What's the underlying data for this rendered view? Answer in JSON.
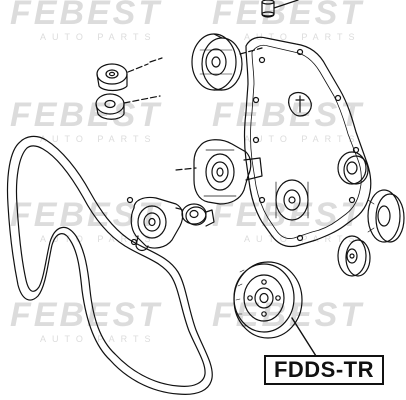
{
  "part_number": "FDDS-TR",
  "watermark": {
    "brand": "FEBEST",
    "sub": "AUTO PARTS"
  },
  "colors": {
    "line": "#111111",
    "watermark": "#dcdcdc",
    "background": "#ffffff"
  }
}
